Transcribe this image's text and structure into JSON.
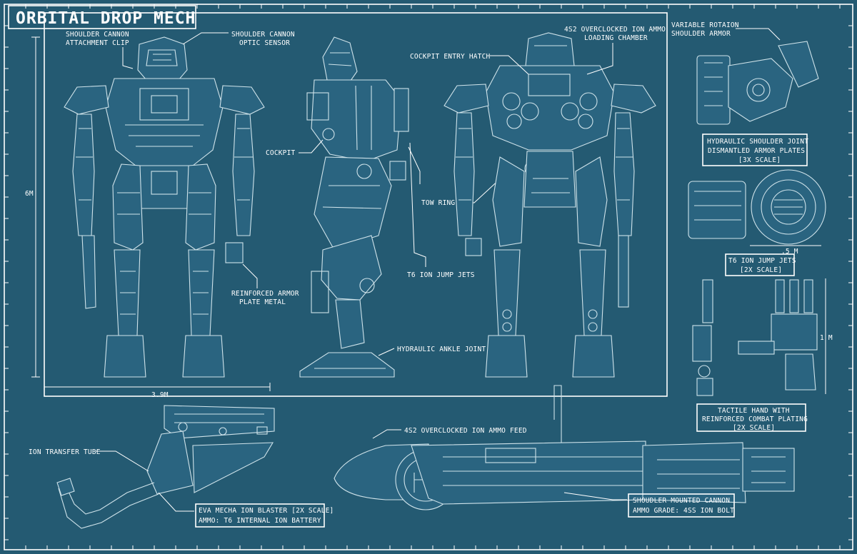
{
  "title": "ORBITAL DROP MECH",
  "labels": {
    "shoulder_cannon_clip": [
      "SHOULDER CANNON",
      "ATTACHMENT CLIP"
    ],
    "shoulder_cannon_optic": [
      "SHOULDER CANNON",
      "OPTIC SENSOR"
    ],
    "reinforced_armor": [
      "REINFORCED ARMOR",
      "PLATE METAL"
    ],
    "cockpit": "COCKPIT",
    "tow_ring": "TOW RING",
    "t6_jump_jets": "T6 ION JUMP JETS",
    "hydraulic_ankle": "HYDRAULIC ANKLE JOINT",
    "cockpit_hatch": "COCKPIT ENTRY HATCH",
    "ammo_chamber": [
      "4S2 OVERCLOCKED ION AMMO",
      "LOADING CHAMBER"
    ],
    "variable_shoulder": [
      "VARIABLE ROTAION",
      "SHOULDER ARMOR"
    ],
    "hydraulic_shoulder_box": [
      "HYDRAULIC SHOULDER JOINT",
      "DISMANTLED ARMOR PLATES",
      "[3X SCALE]"
    ],
    "jump_jets_box": [
      "T6 ION JUMP JETS",
      "[2X SCALE]"
    ],
    "tactile_hand_box": [
      "TACTILE HAND WITH",
      "REINFORCED COMBAT PLATING",
      "[2X SCALE]"
    ],
    "ion_transfer_tube": "ION TRANSFER TUBE",
    "blaster_box": [
      "EVA MECHA ION BLASTER [2X SCALE]",
      "AMMO: T6 INTERNAL ION BATTERY"
    ],
    "ammo_feed": "4S2  OVERCLOCKED ION AMMO FEED",
    "cannon_box": [
      "SHOUDLER MOUNTED CANNON",
      "AMMO GRADE: 4SS ION BOLT"
    ]
  },
  "dimensions": {
    "height": "6M",
    "width": "3.9M",
    "jet_width": ".5 M",
    "hand_height": "1 M"
  },
  "colors": {
    "background": "#245a72",
    "line": "#ffffff",
    "drawing": "#cfe3ea"
  }
}
